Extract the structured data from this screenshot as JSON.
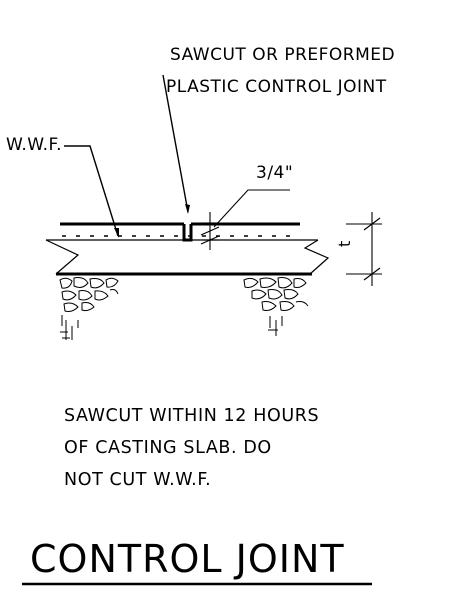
{
  "callouts": {
    "joint_line1": "SAWCUT OR PREFORMED",
    "joint_line2": "PLASTIC CONTROL JOINT",
    "wwf": "W.W.F.",
    "gap_dim": "3/4\"",
    "thickness": "t"
  },
  "note": {
    "line1": "SAWCUT WITHIN 12 HOURS",
    "line2": "OF CASTING SLAB. DO",
    "line3": "NOT CUT W.W.F."
  },
  "title": "CONTROL JOINT",
  "colors": {
    "ink": "#000000",
    "paper": "#ffffff"
  }
}
